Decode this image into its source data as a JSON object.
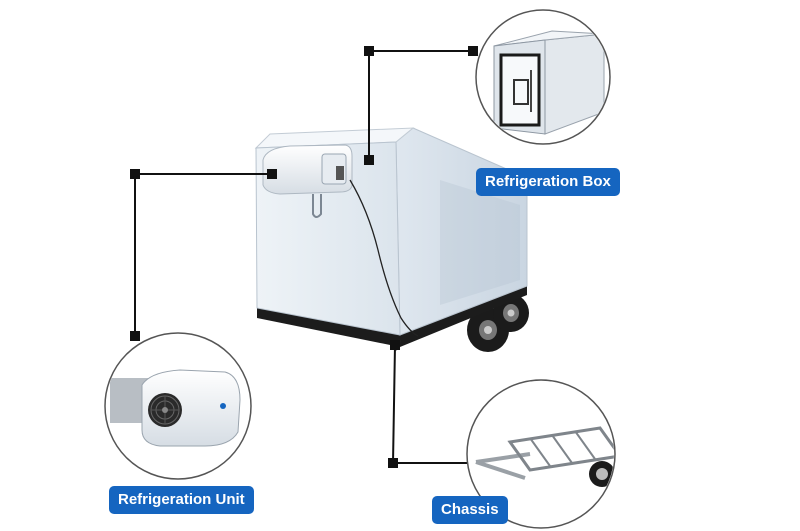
{
  "labels": {
    "refrigeration_box": "Refrigeration Box",
    "refrigeration_unit": "Refrigeration Unit",
    "chassis": "Chassis"
  },
  "colors": {
    "label_background": "#1565c0",
    "label_text": "#ffffff",
    "leader_line": "#111111",
    "box_body": "#e8eef4",
    "chassis_frame": "#1c1c1c"
  },
  "icons": {
    "unit_fan": "fan-icon",
    "box_door": "door-icon",
    "wheel": "wheel-icon"
  }
}
